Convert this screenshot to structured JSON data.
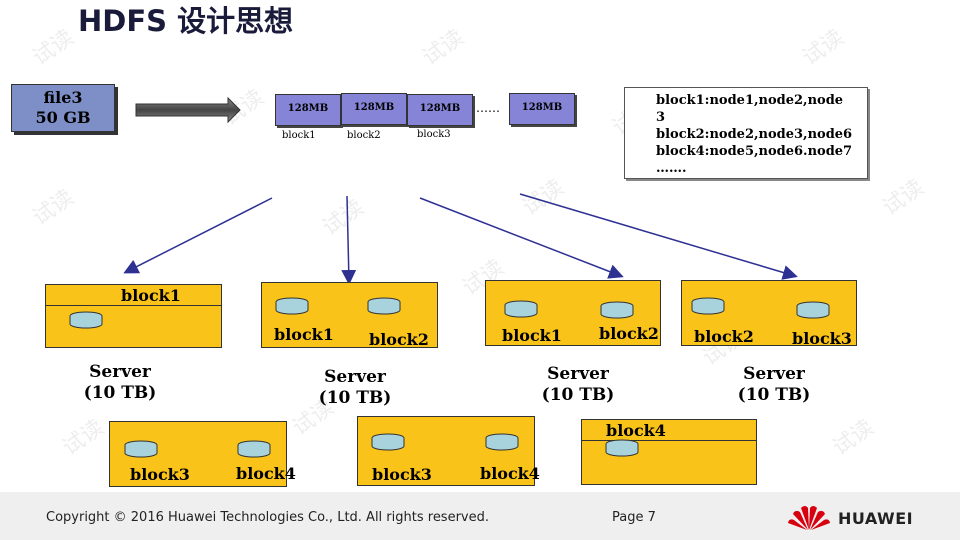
{
  "title": "HDFS 设计思想",
  "file": {
    "name": "file3",
    "size": "50 GB"
  },
  "blocks": [
    {
      "size": "128MB",
      "label": "block1"
    },
    {
      "size": "128MB",
      "label": "block2"
    },
    {
      "size": "128MB",
      "label": "block3"
    },
    {
      "size": "……",
      "label": ""
    },
    {
      "size": "128MB",
      "label": ""
    }
  ],
  "mapping": {
    "lines": [
      "block1:node1,node2,node",
      "3",
      "block2:node2,node3,node6",
      "block4:node5,node6.node7",
      "……."
    ]
  },
  "servers": [
    {
      "blocks": [
        "block1"
      ],
      "label_line1": "Server",
      "label_line2": "(10 TB)"
    },
    {
      "blocks": [
        "block1",
        "block2"
      ],
      "label_line1": "Server",
      "label_line2": "(10 TB)"
    },
    {
      "blocks": [
        "block1",
        "block2"
      ],
      "label_line1": "Server",
      "label_line2": "(10 TB)"
    },
    {
      "blocks": [
        "block2",
        "block3"
      ],
      "label_line1": "Server",
      "label_line2": "(10 TB)"
    },
    {
      "blocks": [
        "block3",
        "block4"
      ]
    },
    {
      "blocks": [
        "block3",
        "block4"
      ]
    },
    {
      "blocks": [
        "block4"
      ]
    }
  ],
  "watermark": "试读",
  "footer": {
    "copyright": "Copyright © 2016 Huawei Technologies Co., Ltd. All rights reserved.",
    "page": "Page 7",
    "brand": "HUAWEI"
  },
  "colors": {
    "server_fill": "#f9c31a",
    "block_chip": "#8584d6",
    "file_box": "#7d8fc6",
    "arrow": "#2e3192",
    "disk": "#a9d3dc"
  }
}
